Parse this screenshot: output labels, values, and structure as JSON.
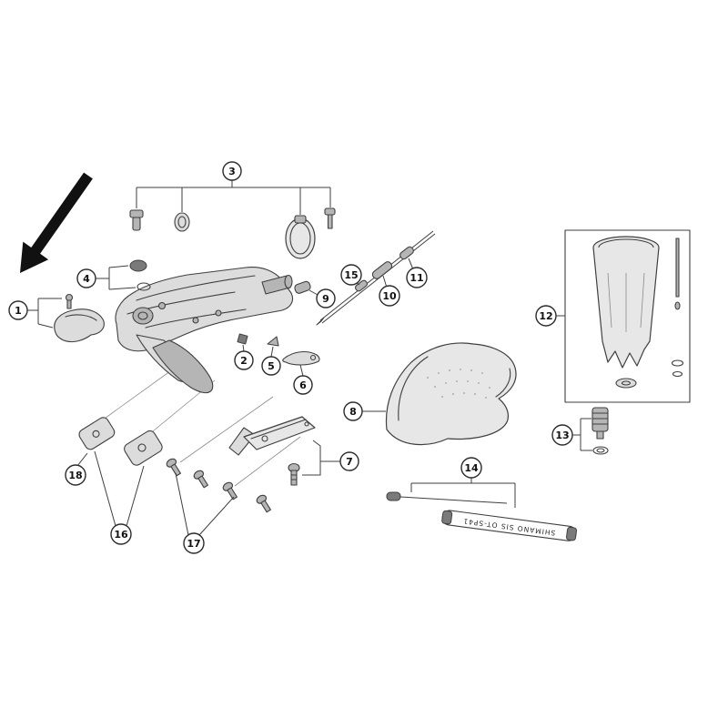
{
  "figure": {
    "callouts": [
      {
        "num": "1"
      },
      {
        "num": "2"
      },
      {
        "num": "3"
      },
      {
        "num": "4"
      },
      {
        "num": "5"
      },
      {
        "num": "6"
      },
      {
        "num": "7"
      },
      {
        "num": "8"
      },
      {
        "num": "9"
      },
      {
        "num": "10"
      },
      {
        "num": "11"
      },
      {
        "num": "12"
      },
      {
        "num": "13"
      },
      {
        "num": "14"
      },
      {
        "num": "15"
      },
      {
        "num": "16"
      },
      {
        "num": "17"
      },
      {
        "num": "18"
      }
    ],
    "cable_housing_label": "SHIMANO SIS OT-SP41"
  },
  "colors": {
    "background": "#ffffff",
    "outline": "#3f3f3f",
    "part_light": "#dcdcdc",
    "part_mid": "#b5b5b5",
    "part_dark": "#7a7a7a",
    "housing_fill": "#c6c6c6",
    "arrow": "#111111"
  }
}
